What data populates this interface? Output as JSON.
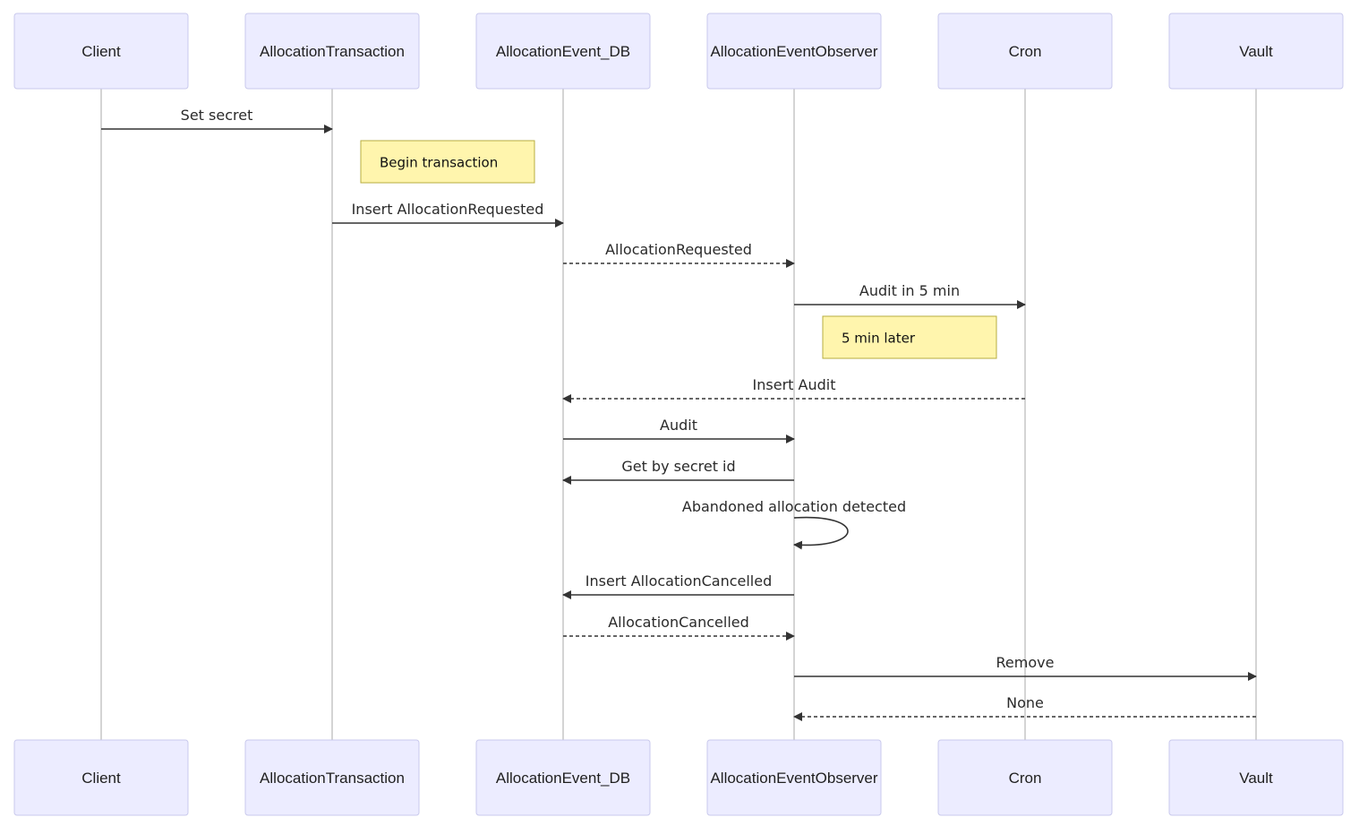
{
  "diagram": {
    "type": "sequence",
    "actors": [
      {
        "id": "client",
        "label": "Client"
      },
      {
        "id": "tx",
        "label": "AllocationTransaction"
      },
      {
        "id": "db",
        "label": "AllocationEvent_DB"
      },
      {
        "id": "obs",
        "label": "AllocationEventObserver"
      },
      {
        "id": "cron",
        "label": "Cron"
      },
      {
        "id": "vault",
        "label": "Vault"
      }
    ],
    "steps": [
      {
        "kind": "message",
        "from": "client",
        "to": "tx",
        "label": "Set secret",
        "style": "solid"
      },
      {
        "kind": "note",
        "over": "tx",
        "label": "Begin transaction"
      },
      {
        "kind": "message",
        "from": "tx",
        "to": "db",
        "label": "Insert AllocationRequested",
        "style": "solid"
      },
      {
        "kind": "message",
        "from": "db",
        "to": "obs",
        "label": "AllocationRequested",
        "style": "dashed"
      },
      {
        "kind": "message",
        "from": "obs",
        "to": "cron",
        "label": "Audit in 5 min",
        "style": "solid"
      },
      {
        "kind": "note",
        "over": "obs",
        "label": "5 min later"
      },
      {
        "kind": "message",
        "from": "cron",
        "to": "db",
        "label": "Insert Audit",
        "style": "dashed"
      },
      {
        "kind": "message",
        "from": "db",
        "to": "obs",
        "label": "Audit",
        "style": "solid"
      },
      {
        "kind": "message",
        "from": "obs",
        "to": "db",
        "label": "Get by secret id",
        "style": "solid"
      },
      {
        "kind": "self",
        "actor": "obs",
        "label": "Abandoned allocation detected",
        "style": "solid"
      },
      {
        "kind": "message",
        "from": "obs",
        "to": "db",
        "label": "Insert AllocationCancelled",
        "style": "solid"
      },
      {
        "kind": "message",
        "from": "db",
        "to": "obs",
        "label": "AllocationCancelled",
        "style": "dashed"
      },
      {
        "kind": "message",
        "from": "obs",
        "to": "vault",
        "label": "Remove",
        "style": "solid"
      },
      {
        "kind": "message",
        "from": "vault",
        "to": "obs",
        "label": "None",
        "style": "dashed"
      }
    ]
  }
}
